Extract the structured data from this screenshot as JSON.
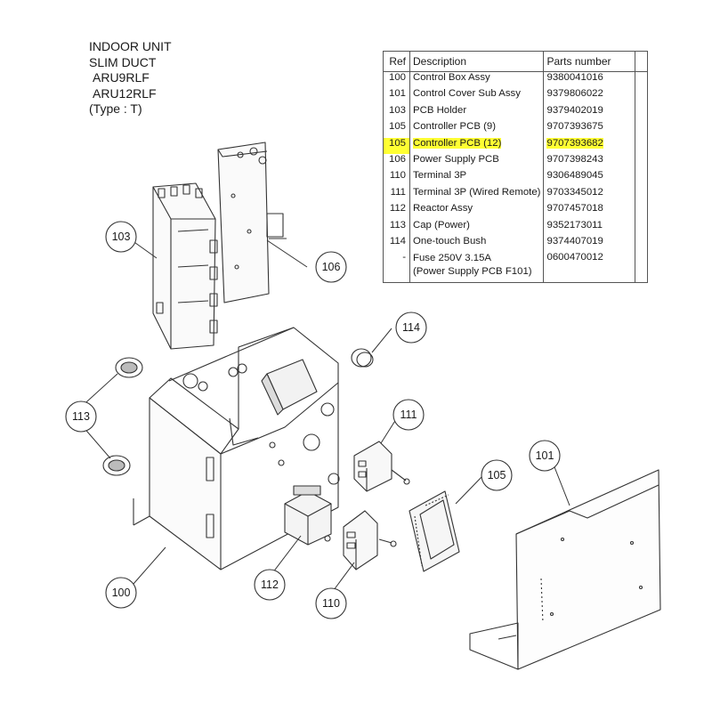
{
  "header": {
    "line1": "INDOOR UNIT",
    "line2": "SLIM DUCT",
    "model1": "ARU9RLF",
    "model2": "ARU12RLF",
    "type": "(Type : T)"
  },
  "table": {
    "headers": {
      "ref": "Ref",
      "description": "Description",
      "parts_number": "Parts number"
    },
    "rows": [
      {
        "ref": "100",
        "description": "Control Box Assy",
        "parts_number": "9380041016",
        "highlight": false
      },
      {
        "ref": "101",
        "description": "Control Cover Sub Assy",
        "parts_number": "9379806022",
        "highlight": false
      },
      {
        "ref": "103",
        "description": "PCB Holder",
        "parts_number": "9379402019",
        "highlight": false
      },
      {
        "ref": "105",
        "description": "Controller PCB (9)",
        "parts_number": "9707393675",
        "highlight": false
      },
      {
        "ref": "105",
        "description": "Controller PCB (12)",
        "parts_number": "9707393682",
        "highlight": true
      },
      {
        "ref": "106",
        "description": "Power Supply PCB",
        "parts_number": "9707398243",
        "highlight": false
      },
      {
        "ref": "110",
        "description": "Terminal 3P",
        "parts_number": "9306489045",
        "highlight": false
      },
      {
        "ref": "111",
        "description": "Terminal 3P (Wired Remote)",
        "parts_number": "9703345012",
        "highlight": false
      },
      {
        "ref": "112",
        "description": "Reactor Assy",
        "parts_number": "9707457018",
        "highlight": false
      },
      {
        "ref": "113",
        "description": "Cap (Power)",
        "parts_number": "9352173011",
        "highlight": false
      },
      {
        "ref": "114",
        "description": "One-touch Bush",
        "parts_number": "9374407019",
        "highlight": false
      },
      {
        "ref": "-",
        "description": "Fuse 250V 3.15A",
        "description2": "(Power Supply PCB F101)",
        "parts_number": "0600470012",
        "highlight": false
      }
    ]
  },
  "callouts": {
    "c100": "100",
    "c101": "101",
    "c103": "103",
    "c105": "105",
    "c106": "106",
    "c110": "110",
    "c111": "111",
    "c112": "112",
    "c113": "113",
    "c114": "114"
  },
  "colors": {
    "highlight": "#ffff33",
    "line": "#333333"
  }
}
